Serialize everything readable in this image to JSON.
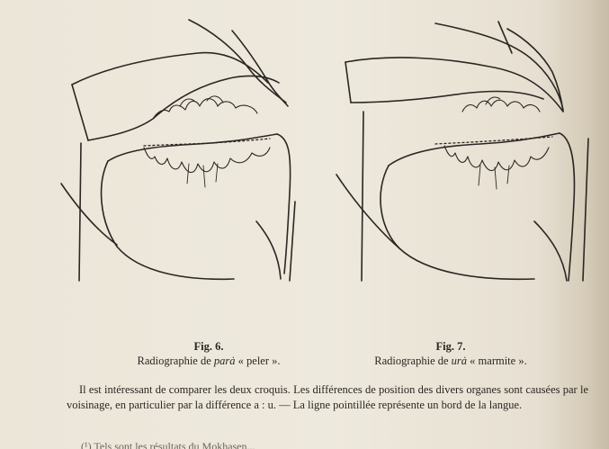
{
  "figures": [
    {
      "number": "Fig. 6.",
      "caption_prefix": "Radiographie de",
      "word": "parȧ",
      "gloss": "« peler »."
    },
    {
      "number": "Fig. 7.",
      "caption_prefix": "Radiographie de",
      "word": "urȧ",
      "gloss": "« marmite »."
    }
  ],
  "paragraph": "Il est intéressant de comparer les deux croquis. Les différences de position des divers organes sont causées par le voisinage, en particulier par la différence a : u. — La ligne pointillée représente un bord de la langue.",
  "footer_fragment": "(¹) Tels sont les résultats du Mokhasen..."
}
